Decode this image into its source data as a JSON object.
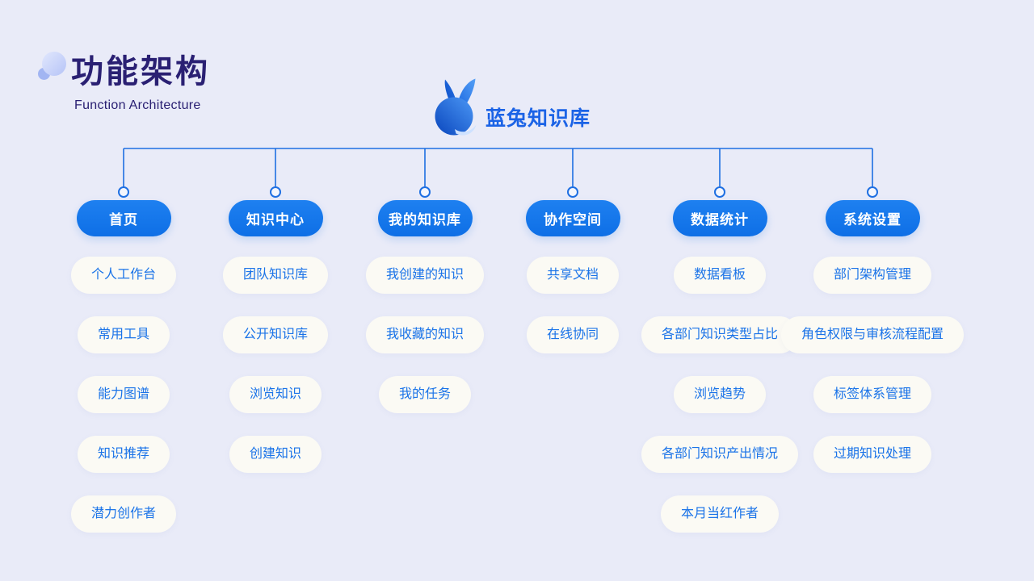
{
  "header": {
    "title": "功能架构",
    "subtitle": "Function Architecture"
  },
  "logo": {
    "text": "蓝兔知识库",
    "icon": "rabbit-icon"
  },
  "icons": {
    "title_decoration": "circle-decoration-icon",
    "connector_terminal": "ring-icon"
  },
  "colors": {
    "background": "#e9ebf8",
    "branch_pill_blue": "#1177ea",
    "line_blue": "#1e6fe2",
    "title_indigo": "#2a2073",
    "child_pill_bg": "#fbfaf4",
    "child_text_blue": "#1a73e8",
    "logo_text_blue": "#1b63e6"
  },
  "tree": {
    "root_label": "蓝兔知识库",
    "branches": [
      {
        "label": "首页",
        "children": [
          "个人工作台",
          "常用工具",
          "能力图谱",
          "知识推荐",
          "潜力创作者"
        ]
      },
      {
        "label": "知识中心",
        "children": [
          "团队知识库",
          "公开知识库",
          "浏览知识",
          "创建知识"
        ]
      },
      {
        "label": "我的知识库",
        "children": [
          "我创建的知识",
          "我收藏的知识",
          "我的任务"
        ]
      },
      {
        "label": "协作空间",
        "children": [
          "共享文档",
          "在线协同"
        ]
      },
      {
        "label": "数据统计",
        "children": [
          "数据看板",
          "各部门知识类型占比",
          "浏览趋势",
          "各部门知识产出情况",
          "本月当红作者"
        ]
      },
      {
        "label": "系统设置",
        "children": [
          "部门架构管理",
          "角色权限与审核流程配置",
          "标签体系管理",
          "过期知识处理"
        ]
      }
    ]
  }
}
